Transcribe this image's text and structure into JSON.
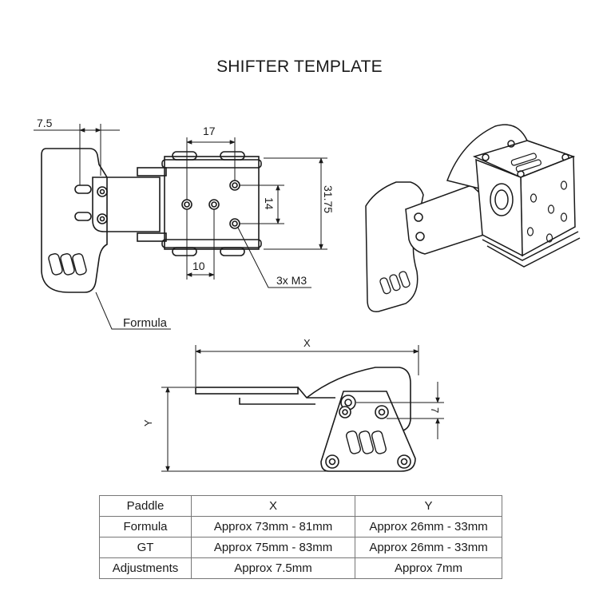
{
  "title": "SHIFTER TEMPLATE",
  "front_view": {
    "dim_offset": "7.5",
    "dim_width": "17",
    "dim_height": "31.75",
    "dim_hole_spacing": "14",
    "dim_bottom": "10",
    "screw_callout": "3x M3",
    "paddle_label": "Formula"
  },
  "side_view": {
    "dim_x": "X",
    "dim_y": "Y",
    "dim_7": "7"
  },
  "table": {
    "headers": [
      "Paddle",
      "X",
      "Y"
    ],
    "rows": [
      [
        "Formula",
        "Approx 73mm - 81mm",
        "Approx 26mm - 33mm"
      ],
      [
        "GT",
        "Approx 75mm - 83mm",
        "Approx 26mm - 33mm"
      ],
      [
        "Adjustments",
        "Approx 7.5mm",
        "Approx 7mm"
      ]
    ]
  }
}
